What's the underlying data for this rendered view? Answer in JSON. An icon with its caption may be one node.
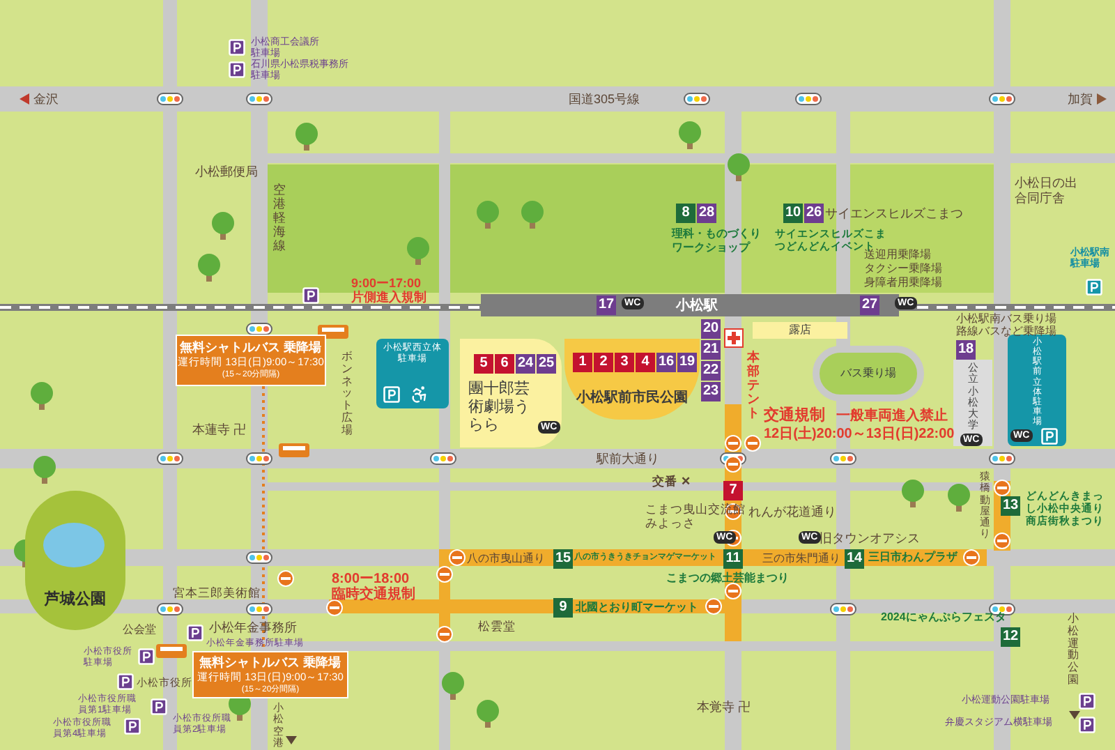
{
  "diagram": {
    "nodes": [
      {
        "text": [
          "無料シャトルバス 乗降場",
          "運行時間 13日(日)9:00～17:30",
          "(15～20分間隔)"
        ]
      },
      {
        "text": [
          "無料シャトルバス 乗降場",
          "運行時間 13日(日)9:00～17:30",
          "(15～20分間隔)"
        ]
      },
      {
        "text": [
          "小松駅西立体駐車場"
        ]
      },
      {
        "text": [
          "團十郎芸術劇場うらら"
        ]
      },
      {
        "text": [
          "小松駅前市民公園"
        ]
      },
      {
        "text": [
          "露店"
        ]
      },
      {
        "text": [
          "バス乗り場"
        ]
      },
      {
        "text": [
          "小松駅前立体駐車場"
        ]
      },
      {
        "text": [
          "公立小松大学"
        ]
      },
      {
        "text": [
          "芦城公園"
        ]
      },
      {
        "text": [
          "小松駅"
        ]
      },
      {
        "text": [
          "5"
        ],
        "in": 3
      },
      {
        "text": [
          "6"
        ],
        "in": 3
      },
      {
        "text": [
          "24"
        ],
        "in": 3
      },
      {
        "text": [
          "25"
        ],
        "in": 3
      },
      {
        "text": [
          "1"
        ],
        "in": 4
      },
      {
        "text": [
          "2"
        ],
        "in": 4
      },
      {
        "text": [
          "3"
        ],
        "in": 4
      },
      {
        "text": [
          "4"
        ],
        "in": 4
      },
      {
        "text": [
          "16"
        ],
        "in": 4
      },
      {
        "text": [
          "19"
        ],
        "in": 4
      },
      {
        "text": [
          "20"
        ]
      },
      {
        "text": [
          "21"
        ]
      },
      {
        "text": [
          "22"
        ]
      },
      {
        "text": [
          "23"
        ]
      },
      {
        "text": [
          "17"
        ],
        "in": 10
      },
      {
        "text": [
          "27"
        ],
        "in": 10
      },
      {
        "text": [
          "8"
        ]
      },
      {
        "text": [
          "28"
        ]
      },
      {
        "text": [
          "10"
        ]
      },
      {
        "text": [
          "26"
        ]
      },
      {
        "text": [
          "18"
        ]
      },
      {
        "text": [
          "7"
        ]
      },
      {
        "text": [
          "15"
        ]
      },
      {
        "text": [
          "11"
        ]
      },
      {
        "text": [
          "14"
        ]
      },
      {
        "text": [
          "9"
        ]
      },
      {
        "text": [
          "13"
        ]
      },
      {
        "text": [
          "12"
        ]
      }
    ],
    "edges": [
      {
        "from": 0,
        "to": 1,
        "arrow": "none",
        "style": "dashed",
        "color": "#e47f1e"
      }
    ],
    "labels": [
      "小松商工会議所駐車場",
      "石川県小松県税事務所駐車場",
      "金沢",
      "国道305号線",
      "加賀",
      "小松郵便局",
      "空港軽海線",
      "小松日の出合同庁舎",
      "サイエンスヒルズこまつ",
      "理科・ものづくりワークショップ",
      "サイエンスヒルズこまつどんどんイベント",
      "送迎用乗降場",
      "タクシー乗降場",
      "身障者用乗降場",
      "小松駅南駐車場",
      "小松駅南バス乗り場",
      "路線バスなど乗降場",
      "9:00ー17:00",
      "片側進入規制",
      "ボンネット広場",
      "本蓮寺 卍",
      "駅前大通り",
      "交番 ✕",
      "こまつ曳山交流館みよっさ",
      "れんが花道通り",
      "旧タウンオアシス",
      "八の市曳山通り",
      "八の市うきうきチョンマゲマーケット",
      "三の市朱門通り",
      "三日市わんプラザ",
      "8:00ー18:00",
      "こまつの郷土芸能まつり",
      "臨時交通規制",
      "北國とおり町マーケット",
      "松雲堂",
      "宮本三郎美術館",
      "公会堂",
      "小松年金事務所",
      "小松年金事務所駐車場",
      "小松市役所駐車場",
      "小松市役所",
      "小松市役所職員第1駐車場",
      "小松市役所職員第4駐車場",
      "小松市役所職員第2駐車場",
      "小松空港",
      "本覚寺 卍",
      "交通規制",
      "一般車両進入禁止",
      "12日(土)20:00～13日(日)22:00",
      "どんどんきまっし小松中央通り商店街秋まつり",
      "猿橋動屋通り",
      "2024にゃんぷらフェスタ",
      "小松運動公園",
      "小松運動公園駐車場",
      "弁慶スタジアム横駐車場",
      "本部テント",
      "WC",
      "WC",
      "WC",
      "WC",
      "WC",
      "WC",
      "WC"
    ]
  }
}
